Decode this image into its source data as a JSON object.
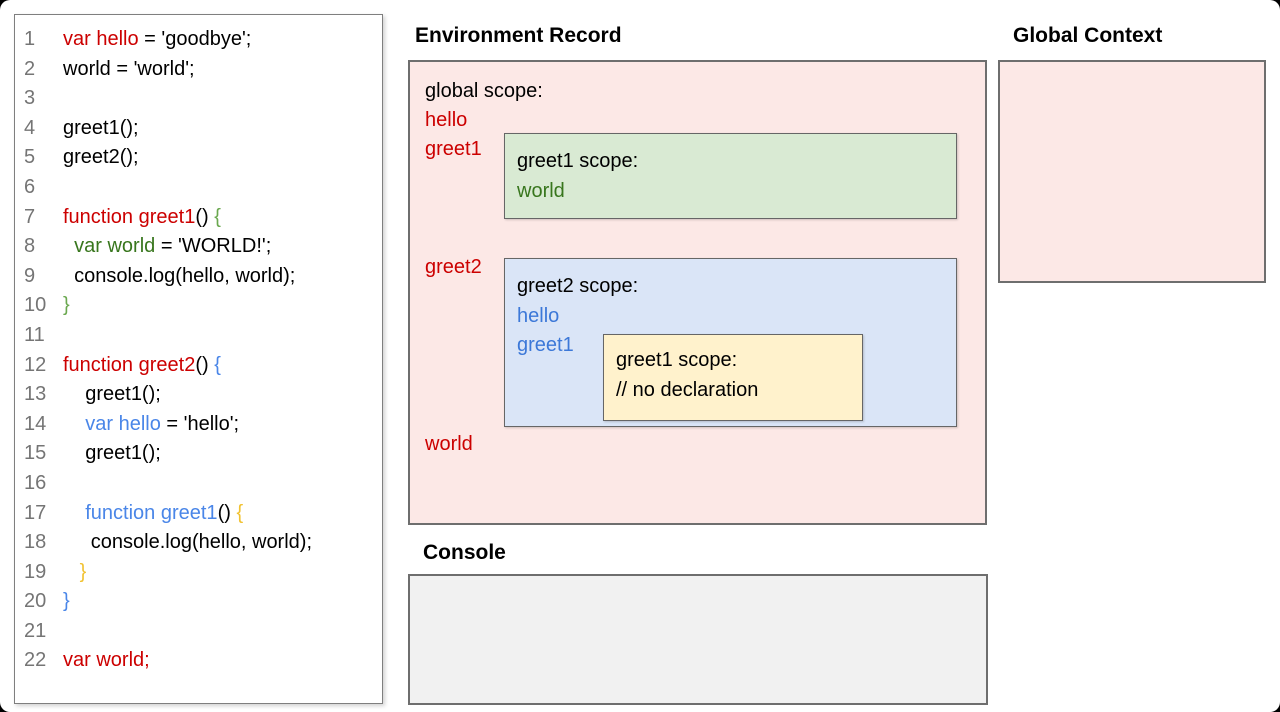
{
  "colors": {
    "black": "#000000",
    "red": "#cc0000",
    "green": "#6aa84f",
    "green_dark": "#38761d",
    "blue_code": "#4a86e8",
    "blue": "#3c78d8",
    "yellow": "#f1c232",
    "line_number_gray": "#757575",
    "pink_fill": "#fce8e6",
    "green_fill": "#d9ead3",
    "blue_fill": "#dae5f7",
    "yellow_fill": "#fff2cc",
    "console_fill": "#f1f1f1"
  },
  "code": {
    "lines": [
      {
        "num": "1",
        "tokens": [
          {
            "t": "var hello",
            "c": "red"
          },
          {
            "t": " = 'goodbye';",
            "c": "black"
          }
        ]
      },
      {
        "num": "2",
        "tokens": [
          {
            "t": "world = 'world';",
            "c": "black"
          }
        ]
      },
      {
        "num": "3",
        "tokens": []
      },
      {
        "num": "4",
        "tokens": [
          {
            "t": "greet1();",
            "c": "black"
          }
        ]
      },
      {
        "num": "5",
        "tokens": [
          {
            "t": "greet2();",
            "c": "black"
          }
        ]
      },
      {
        "num": "6",
        "tokens": []
      },
      {
        "num": "7",
        "tokens": [
          {
            "t": "function greet1",
            "c": "red"
          },
          {
            "t": "() ",
            "c": "black"
          },
          {
            "t": "{",
            "c": "green"
          }
        ]
      },
      {
        "num": "8",
        "tokens": [
          {
            "t": "  ",
            "c": "black"
          },
          {
            "t": "var world",
            "c": "green_dark"
          },
          {
            "t": " = 'WORLD!';",
            "c": "black"
          }
        ]
      },
      {
        "num": "9",
        "tokens": [
          {
            "t": "  console.log(hello, world);",
            "c": "black"
          }
        ]
      },
      {
        "num": "10",
        "tokens": [
          {
            "t": "}",
            "c": "green"
          }
        ]
      },
      {
        "num": "11",
        "tokens": []
      },
      {
        "num": "12",
        "tokens": [
          {
            "t": "function greet2",
            "c": "red"
          },
          {
            "t": "() ",
            "c": "black"
          },
          {
            "t": "{",
            "c": "blue_code"
          }
        ]
      },
      {
        "num": "13",
        "tokens": [
          {
            "t": "    greet1();",
            "c": "black"
          }
        ]
      },
      {
        "num": "14",
        "tokens": [
          {
            "t": "    ",
            "c": "black"
          },
          {
            "t": "var hello",
            "c": "blue_code"
          },
          {
            "t": " = 'hello';",
            "c": "black"
          }
        ]
      },
      {
        "num": "15",
        "tokens": [
          {
            "t": "    greet1();",
            "c": "black"
          }
        ]
      },
      {
        "num": "16",
        "tokens": []
      },
      {
        "num": "17",
        "tokens": [
          {
            "t": "    ",
            "c": "black"
          },
          {
            "t": "function greet1",
            "c": "blue_code"
          },
          {
            "t": "() ",
            "c": "black"
          },
          {
            "t": "{",
            "c": "yellow"
          }
        ]
      },
      {
        "num": "18",
        "tokens": [
          {
            "t": "     console.log(hello, world);",
            "c": "black"
          }
        ]
      },
      {
        "num": "19",
        "tokens": [
          {
            "t": "   ",
            "c": "black"
          },
          {
            "t": "}",
            "c": "yellow"
          }
        ]
      },
      {
        "num": "20",
        "tokens": [
          {
            "t": "}",
            "c": "blue_code"
          }
        ]
      },
      {
        "num": "21",
        "tokens": []
      },
      {
        "num": "22",
        "tokens": [
          {
            "t": "var world;",
            "c": "red"
          }
        ]
      }
    ]
  },
  "environment_record": {
    "title": "Environment Record",
    "global_scope_label": "global scope:",
    "global_entries": {
      "hello": "hello",
      "greet1": "greet1",
      "greet2": "greet2",
      "world": "world"
    },
    "greet1_scope": {
      "title": "greet1 scope:",
      "entry": "world"
    },
    "greet2_scope": {
      "title": "greet2 scope:",
      "entry_hello": "hello",
      "entry_greet1": "greet1"
    },
    "inner_greet1_scope": {
      "title": "greet1 scope:",
      "comment": "// no declaration"
    }
  },
  "global_context": {
    "title": "Global Context"
  },
  "console_panel": {
    "title": "Console"
  }
}
